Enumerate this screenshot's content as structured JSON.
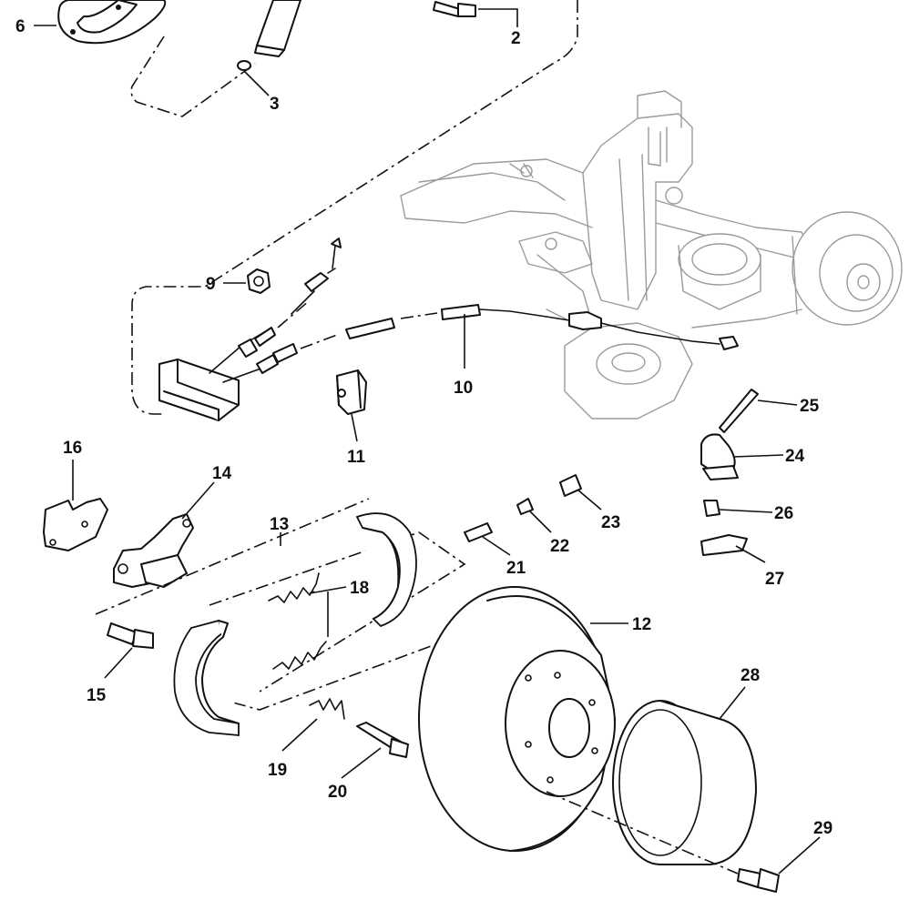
{
  "callouts": [
    {
      "id": "c2",
      "label": "2"
    },
    {
      "id": "c3",
      "label": "3"
    },
    {
      "id": "c6",
      "label": "6"
    },
    {
      "id": "c9",
      "label": "9"
    },
    {
      "id": "c10",
      "label": "10"
    },
    {
      "id": "c11",
      "label": "11"
    },
    {
      "id": "c12",
      "label": "12"
    },
    {
      "id": "c13",
      "label": "13"
    },
    {
      "id": "c14",
      "label": "14"
    },
    {
      "id": "c15",
      "label": "15"
    },
    {
      "id": "c16",
      "label": "16"
    },
    {
      "id": "c18",
      "label": "18"
    },
    {
      "id": "c19",
      "label": "19"
    },
    {
      "id": "c20",
      "label": "20"
    },
    {
      "id": "c21",
      "label": "21"
    },
    {
      "id": "c22",
      "label": "22"
    },
    {
      "id": "c23",
      "label": "23"
    },
    {
      "id": "c24",
      "label": "24"
    },
    {
      "id": "c25",
      "label": "25"
    },
    {
      "id": "c26",
      "label": "26"
    },
    {
      "id": "c27",
      "label": "27"
    },
    {
      "id": "c28",
      "label": "28"
    },
    {
      "id": "c29",
      "label": "29"
    }
  ],
  "colors": {
    "line": "#111111",
    "background_assembly": "#9a9a9a",
    "paper": "#ffffff"
  }
}
